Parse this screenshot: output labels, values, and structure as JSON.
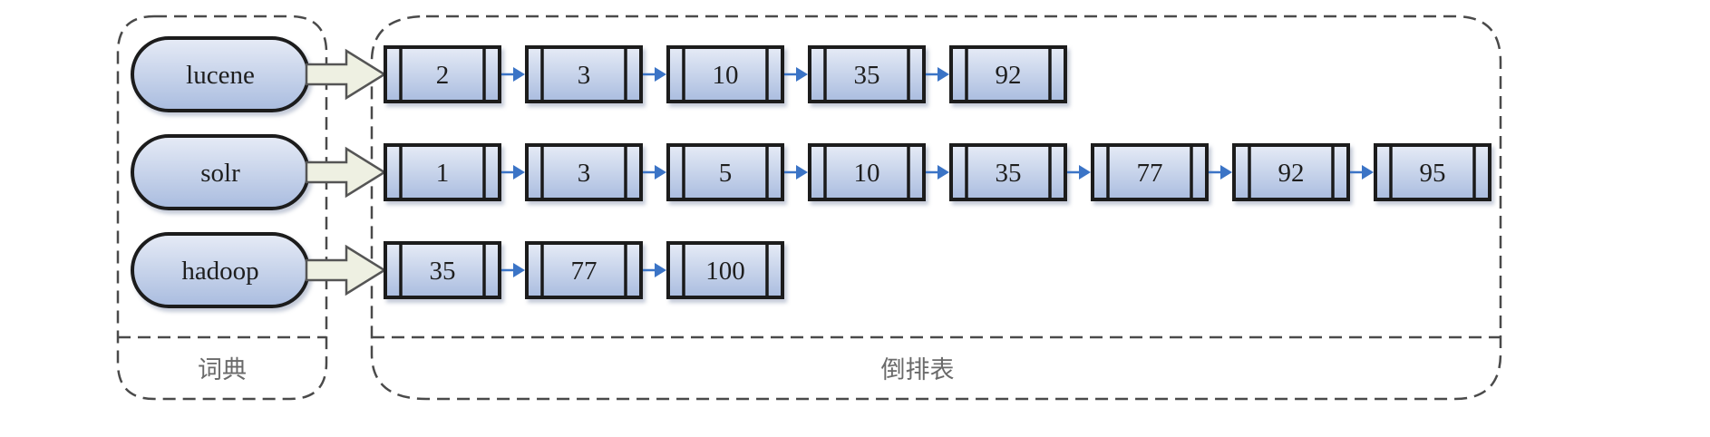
{
  "dictionary": {
    "label": "词典",
    "terms": [
      {
        "term": "lucene",
        "postings": [
          "2",
          "3",
          "10",
          "35",
          "92"
        ]
      },
      {
        "term": "solr",
        "postings": [
          "1",
          "3",
          "5",
          "10",
          "35",
          "77",
          "92",
          "95"
        ]
      },
      {
        "term": "hadoop",
        "postings": [
          "35",
          "77",
          "100"
        ]
      }
    ]
  },
  "postings_panel": {
    "label": "倒排表"
  },
  "colors": {
    "node_fill_top": "#e6ebf6",
    "node_fill_bottom": "#a9bcdf",
    "node_stroke": "#1a1a1a",
    "link_arrow": "#3b74c6",
    "pointer_arrow_fill": "#eef0e2",
    "pointer_arrow_stroke": "#555555",
    "dash": "#4a4a4a"
  }
}
